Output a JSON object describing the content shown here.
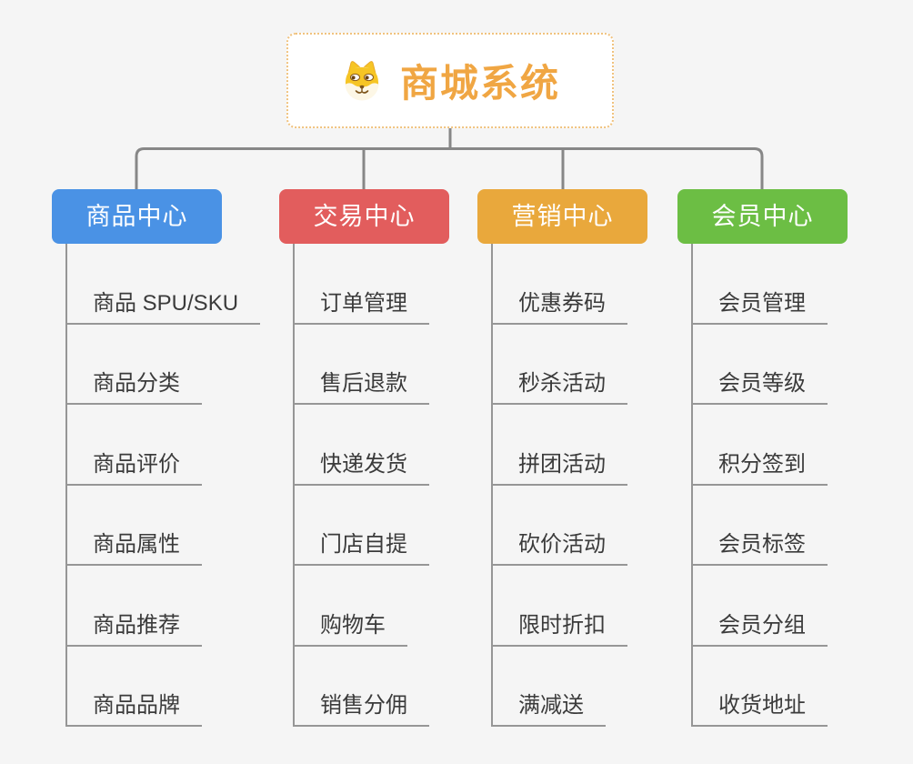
{
  "root": {
    "title": "商城系统",
    "icon": "dog-face-icon",
    "title_color": "#f0a643",
    "border_color": "#f0c27e"
  },
  "branches": [
    {
      "label": "商品中心",
      "color": "#4a92e5",
      "items": [
        "商品 SPU/SKU",
        "商品分类",
        "商品评价",
        "商品属性",
        "商品推荐",
        "商品品牌"
      ]
    },
    {
      "label": "交易中心",
      "color": "#e25d5d",
      "items": [
        "订单管理",
        "售后退款",
        "快递发货",
        "门店自提",
        "购物车",
        "销售分佣"
      ]
    },
    {
      "label": "营销中心",
      "color": "#e9a83c",
      "items": [
        "优惠券码",
        "秒杀活动",
        "拼团活动",
        "砍价活动",
        "限时折扣",
        "满减送"
      ]
    },
    {
      "label": "会员中心",
      "color": "#6cbe44",
      "items": [
        "会员管理",
        "会员等级",
        "积分签到",
        "会员标签",
        "会员分组",
        "收货地址"
      ]
    }
  ],
  "style": {
    "connector_color": "#878787",
    "leaf_line_color": "#969696",
    "leaf_text_color": "#3b3b3b",
    "background_color": "#f5f5f5"
  }
}
